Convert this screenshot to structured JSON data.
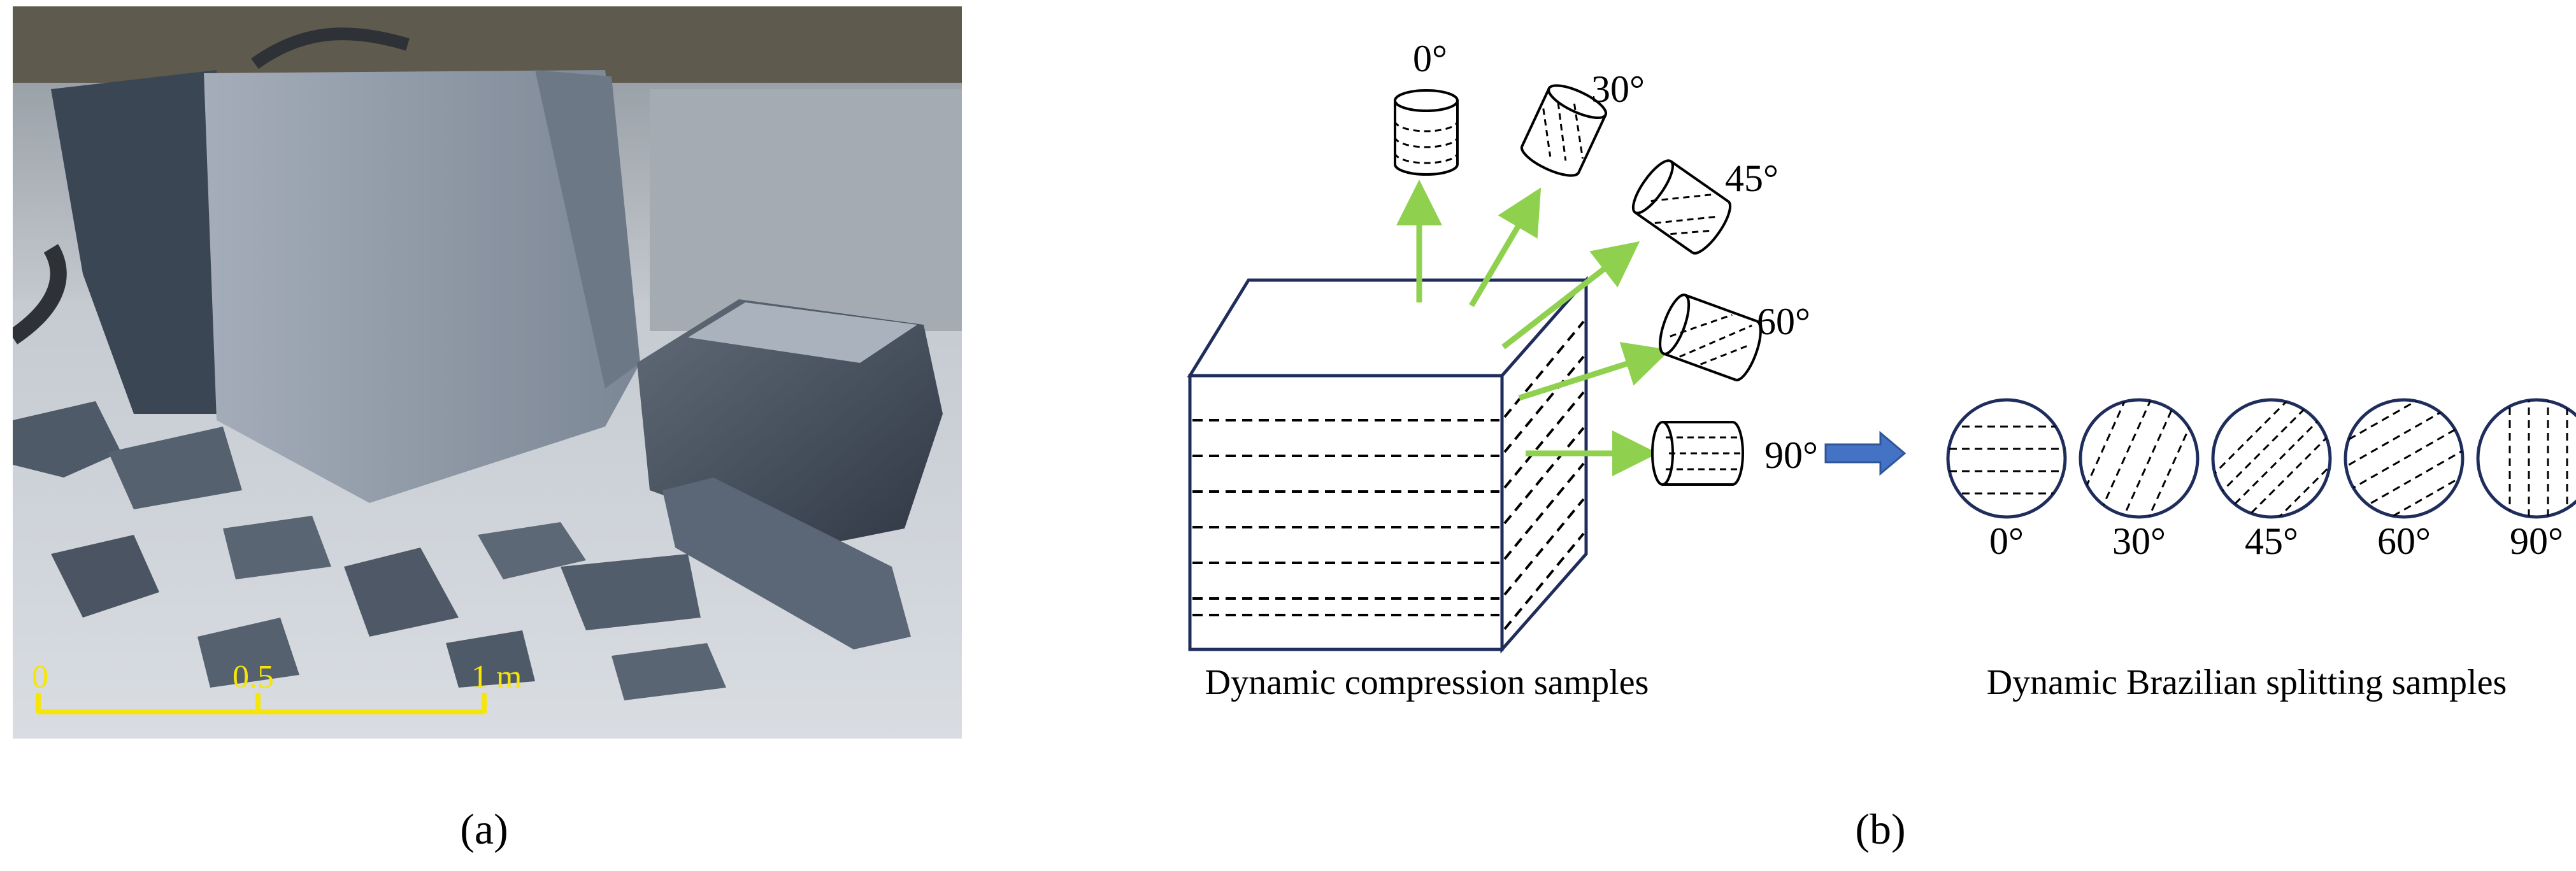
{
  "panel_a": {
    "label": "(a)",
    "scale_bar": {
      "ticks": [
        "0",
        "0.5",
        "1 m"
      ],
      "color": "#f5e50a"
    }
  },
  "panel_b": {
    "label": "(b)",
    "compression_caption": "Dynamic compression samples",
    "brazilian_caption": "Dynamic Brazilian splitting samples",
    "compression_angles": [
      "0°",
      "30°",
      "45°",
      "60°",
      "90°"
    ],
    "brazilian_angles": [
      "0°",
      "30°",
      "45°",
      "60°",
      "90°"
    ],
    "arrow_color": "#8fd14f",
    "block_arrow_color": "#4472c4",
    "line_color": "#1f2d5c"
  }
}
